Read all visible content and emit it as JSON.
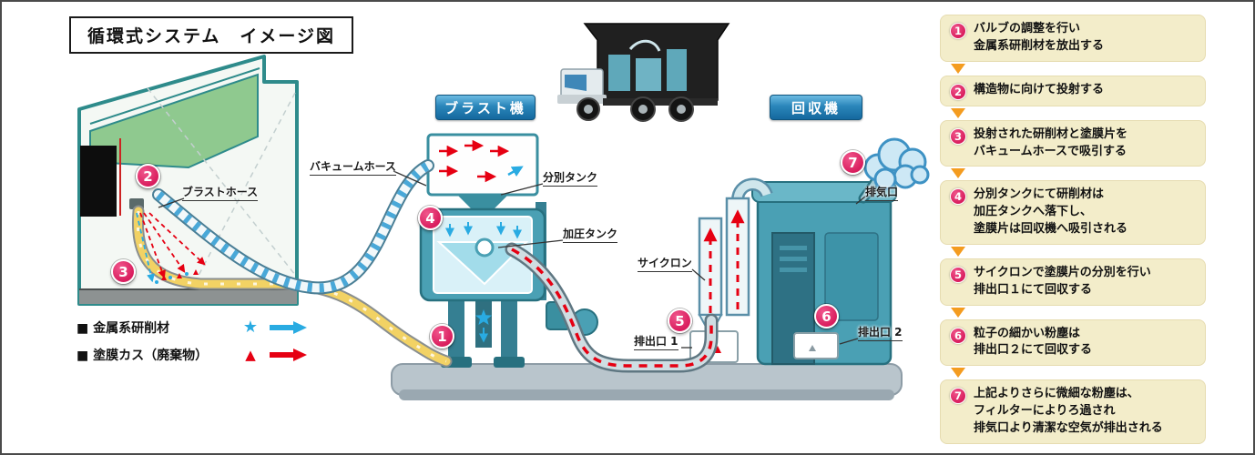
{
  "title": "循環式システム　イメージ図",
  "machine_labels": {
    "blast_machine": "ブラスト機",
    "recovery_machine": "回収機"
  },
  "part_labels": {
    "vacuum_hose": "バキュームホース",
    "blast_hose": "ブラストホース",
    "separation_tank": "分別タンク",
    "pressure_tank": "加圧タンク",
    "cyclone": "サイクロン",
    "outlet_1": "排出口 1",
    "outlet_2": "排出口 2",
    "exhaust_port": "排気口"
  },
  "badges": [
    "1",
    "2",
    "3",
    "4",
    "5",
    "6",
    "7"
  ],
  "legend": {
    "abrasive": "■ 金属系研削材",
    "waste": "■ 塗膜カス（廃棄物）"
  },
  "icons": {
    "abrasive_marker": "★",
    "waste_marker": "▲"
  },
  "steps": [
    {
      "num": "1",
      "text": "バルブの調整を行い\n金属系研削材を放出する"
    },
    {
      "num": "2",
      "text": "構造物に向けて投射する"
    },
    {
      "num": "3",
      "text": "投射された研削材と塗膜片を\nバキュームホースで吸引する"
    },
    {
      "num": "4",
      "text": "分別タンクにて研削材は\n加圧タンクへ落下し、\n塗膜片は回収機へ吸引される"
    },
    {
      "num": "5",
      "text": "サイクロンで塗膜片の分別を行い\n排出口１にて回収する"
    },
    {
      "num": "6",
      "text": "粒子の細かい粉塵は\n排出口２にて回収する"
    },
    {
      "num": "7",
      "text": "上記よりさらに微細な粉塵は、\nフィルターによりろ過され\n排気口より清潔な空気が排出される"
    }
  ],
  "colors": {
    "badge": "#d91e5e",
    "step_box": "#f3edca",
    "step_arrow": "#f49c20",
    "machine_teal": "#4aa0b4",
    "flow_red": "#e60012",
    "flow_blue": "#29abe2",
    "label_box_blue": "#15689e",
    "hose_yellow": "#f2d264"
  }
}
